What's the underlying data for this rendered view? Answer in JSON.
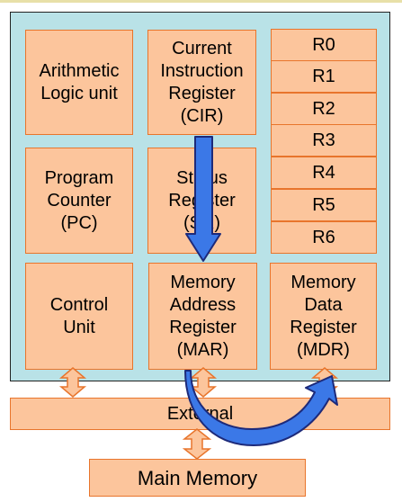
{
  "cpu_blocks": {
    "alu": "Arithmetic\nLogic unit",
    "cir": "Current\nInstruction\nRegister\n(CIR)",
    "pc": "Program\nCounter\n(PC)",
    "sr": "Status\nRegister\n(SR)",
    "cu": "Control\nUnit",
    "mar": "Memory\nAddress\nRegister\n(MAR)",
    "mdr": "Memory\nData\nRegister\n(MDR)"
  },
  "registers": [
    "R0",
    "R1",
    "R2",
    "R3",
    "R4",
    "R5",
    "R6"
  ],
  "bus": {
    "label": "External"
  },
  "main_memory": {
    "label": "Main Memory"
  },
  "colors": {
    "block_fill": "#fcc59c",
    "block_border": "#e8752c",
    "cpu_fill": "#b9e2e7",
    "arrow_blue": "#3b78e7",
    "arrow_outline": "#1d2a7a"
  }
}
